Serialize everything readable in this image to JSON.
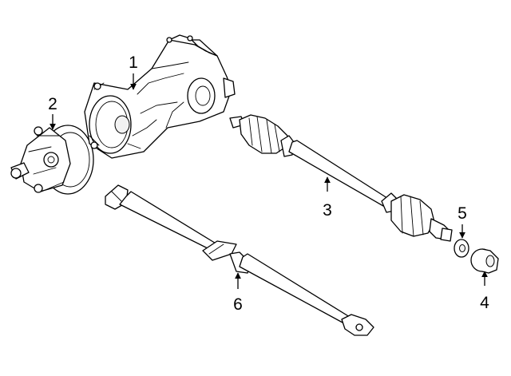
{
  "callouts": [
    {
      "number": "1",
      "part": "differential"
    },
    {
      "number": "2",
      "part": "coupling"
    },
    {
      "number": "3",
      "part": "axle-shaft"
    },
    {
      "number": "4",
      "part": "bushing"
    },
    {
      "number": "5",
      "part": "washer"
    },
    {
      "number": "6",
      "part": "drive-shaft"
    }
  ]
}
